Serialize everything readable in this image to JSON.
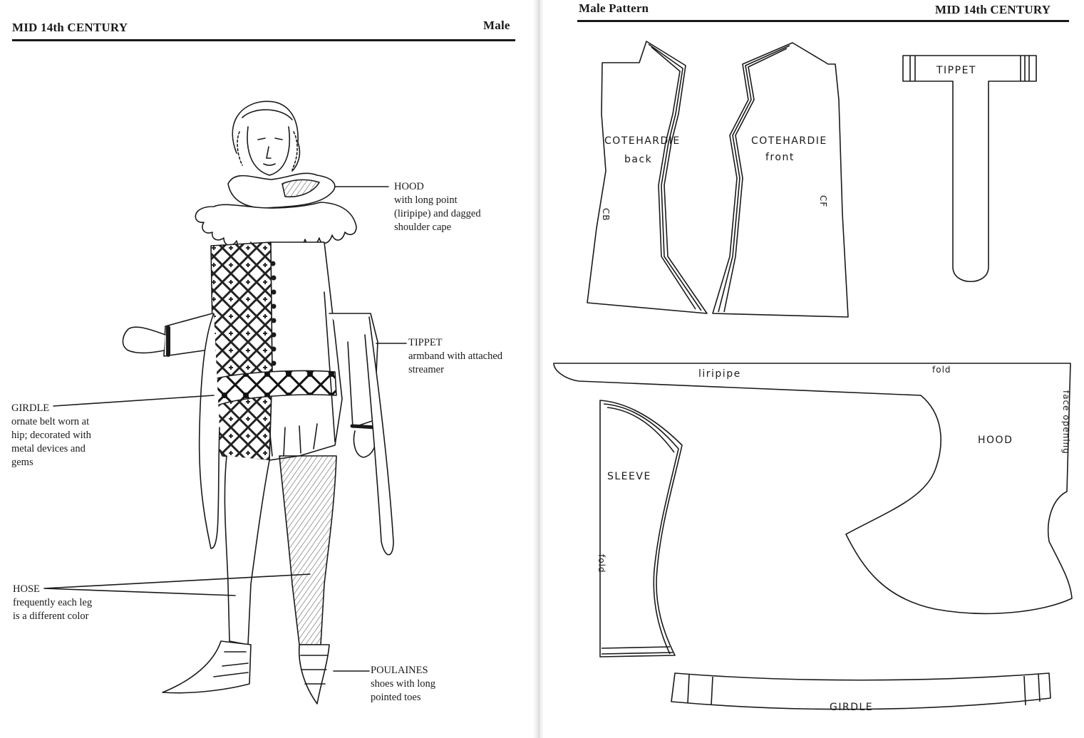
{
  "left_page": {
    "header_left": "MID 14th CENTURY",
    "header_right": "Male",
    "labels": {
      "hood": {
        "title": "HOOD",
        "lines": [
          "with long point",
          "(liripipe) and dagged",
          "shoulder cape"
        ]
      },
      "tippet": {
        "title": "TIPPET",
        "lines": [
          "armband with attached",
          "streamer"
        ]
      },
      "girdle": {
        "title": "GIRDLE",
        "lines": [
          "ornate belt worn at",
          "hip; decorated with",
          "metal devices and",
          "gems"
        ]
      },
      "hose": {
        "title": "HOSE",
        "lines": [
          "frequently each leg",
          "is a different color"
        ]
      },
      "poulaines": {
        "title": "POULAINES",
        "lines": [
          "shoes with long",
          "pointed toes"
        ]
      }
    }
  },
  "right_page": {
    "header_left": "Male Pattern",
    "header_right": "MID 14th CENTURY",
    "pieces": {
      "cotehardie_back": {
        "name": "COTEHARDIE",
        "sub": "back",
        "mark": "CB"
      },
      "cotehardie_front": {
        "name": "COTEHARDIE",
        "sub": "front",
        "mark": "CF"
      },
      "tippet": "TIPPET",
      "hood": "HOOD",
      "liripipe": "liripipe",
      "fold_hood": "fold",
      "face_opening": "face opening",
      "sleeve": "SLEEVE",
      "fold_sleeve": "fold",
      "girdle": "GIRDLE"
    }
  }
}
